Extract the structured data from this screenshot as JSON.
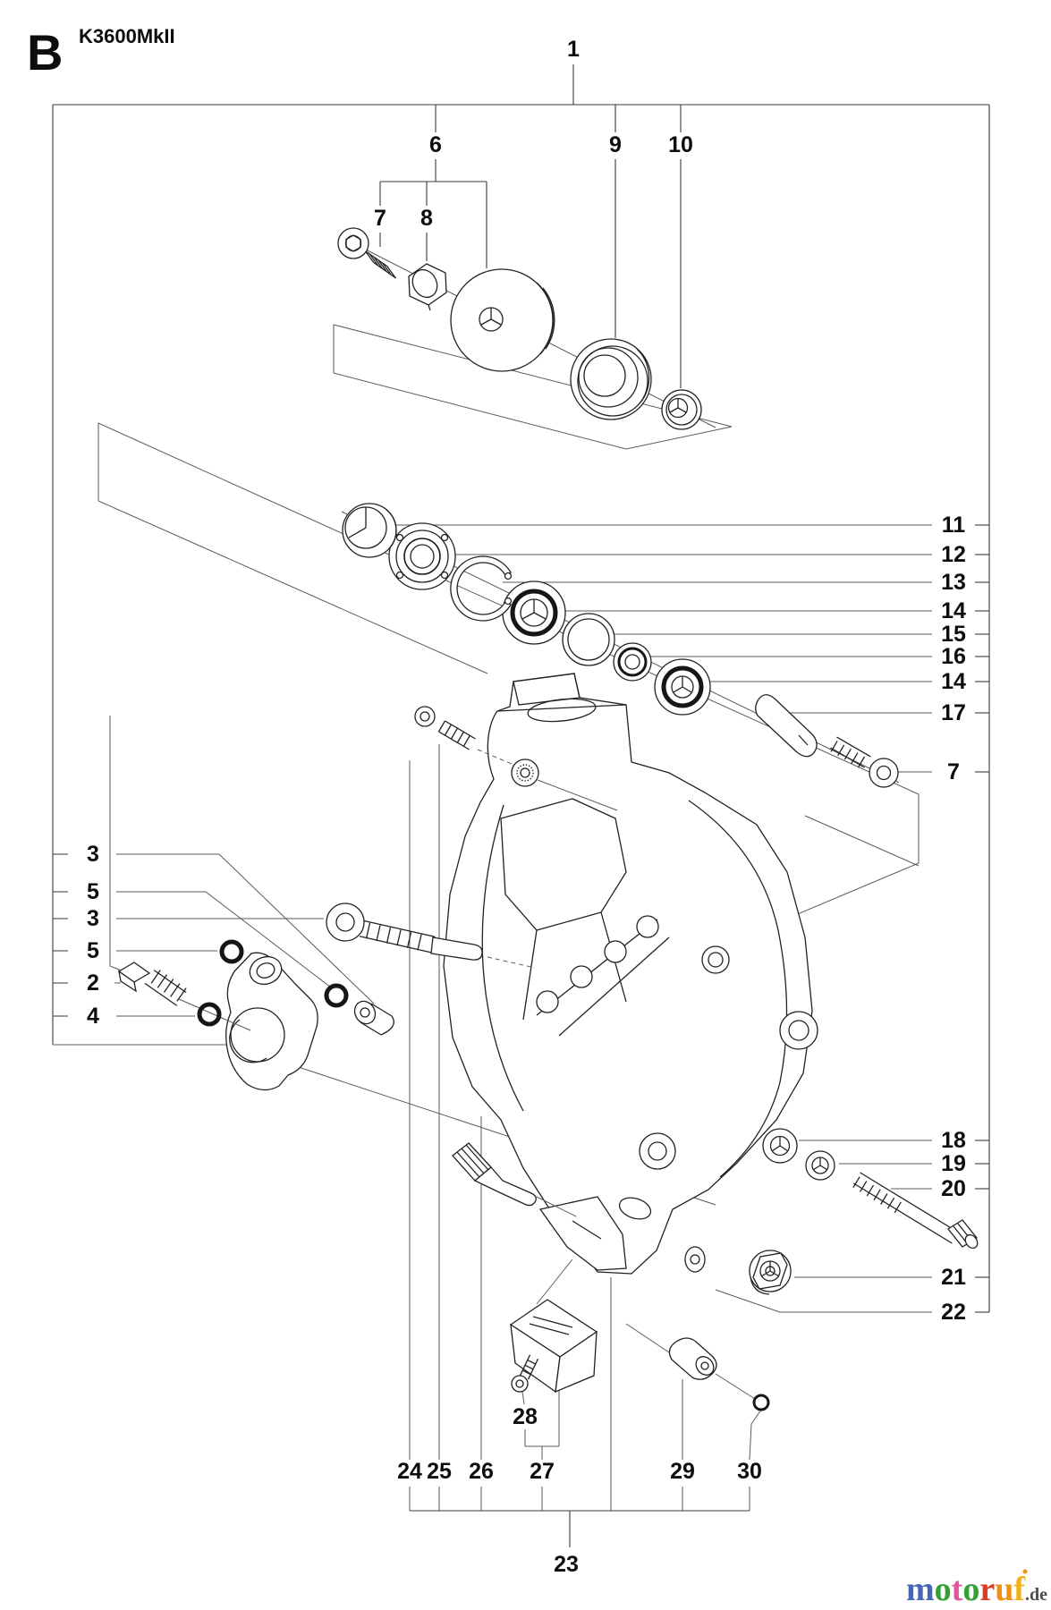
{
  "header": {
    "section_letter": "B",
    "model": "K3600MkII"
  },
  "diagram": {
    "callouts": {
      "c1": "1",
      "c6": "6",
      "c7t": "7",
      "c8": "8",
      "c9": "9",
      "c10": "10",
      "c11": "11",
      "c12": "12",
      "c13": "13",
      "c14a": "14",
      "c15": "15",
      "c16": "16",
      "c14b": "14",
      "c17": "17",
      "c7r": "7",
      "c3a": "3",
      "c5a": "5",
      "c3b": "3",
      "c5b": "5",
      "c2": "2",
      "c4": "4",
      "c18": "18",
      "c19": "19",
      "c20": "20",
      "c21": "21",
      "c22": "22",
      "c24": "24",
      "c25": "25",
      "c26": "26",
      "c27": "27",
      "c28": "28",
      "c29": "29",
      "c30": "30",
      "c23": "23"
    }
  },
  "logo": {
    "letters": [
      {
        "ch": "m",
        "color": "#4668b3"
      },
      {
        "ch": "o",
        "color": "#35a135"
      },
      {
        "ch": "t",
        "color": "#e0559e"
      },
      {
        "ch": "o",
        "color": "#35a135"
      },
      {
        "ch": "r",
        "color": "#dd3b22"
      },
      {
        "ch": "u",
        "color": "#f29111"
      },
      {
        "ch": "f",
        "color": "#f4b21a"
      }
    ],
    "dot_color": "#f29111",
    "tld": ".de",
    "tld_color": "#4d4d4d"
  }
}
